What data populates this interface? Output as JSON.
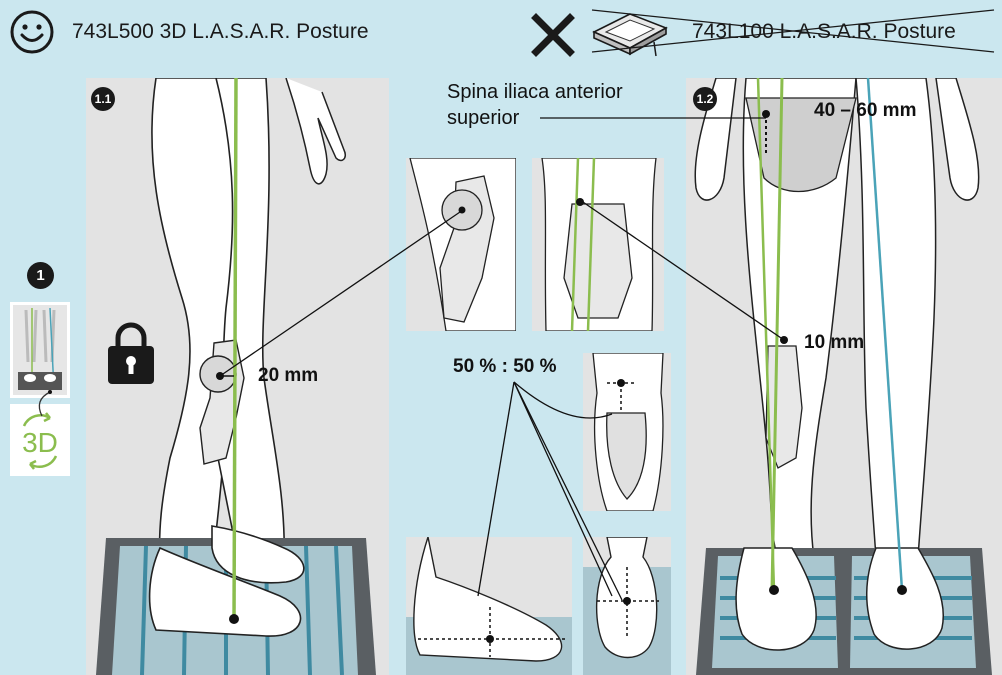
{
  "header": {
    "left_title": "743L500 3D L.A.S.A.R. Posture",
    "right_title": "743L100 L.A.S.A.R. Posture"
  },
  "step_badge": "1",
  "panels": {
    "p1_1": {
      "number": "1.1",
      "measurement": "20 mm"
    },
    "p1_2": {
      "number": "1.2",
      "measurement_top": "40 – 60 mm",
      "measurement_mid": "10 mm"
    }
  },
  "annotations": {
    "spina_line1": "Spina iliaca anterior",
    "spina_line2": "superior",
    "ratio": "50 % : 50 %"
  },
  "icons": [
    "smiley-icon",
    "cross-icon",
    "device-icon",
    "lock-icon",
    "3d-rotate-icon"
  ],
  "colors": {
    "background": "#cbe7ef",
    "panel": "#e3e3e3",
    "laser_green": "#8bbd4e",
    "laser_blue": "#4aa3b8"
  }
}
